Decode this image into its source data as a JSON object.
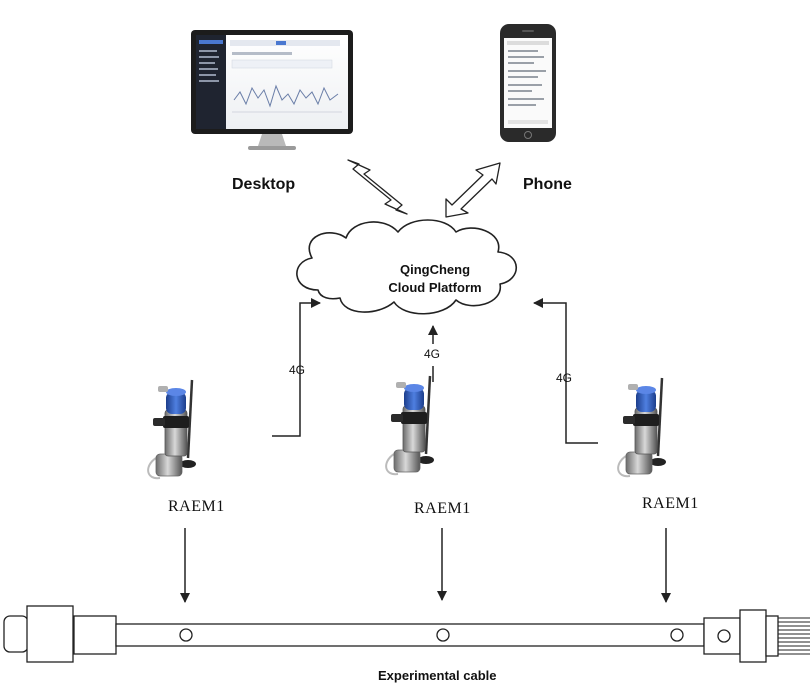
{
  "labels": {
    "desktop": "Desktop",
    "phone": "Phone",
    "cloud_line1": "QingCheng",
    "cloud_line2": "Cloud Platform",
    "link_left": "4G",
    "link_center": "4G",
    "link_right": "4G",
    "sensor_left": "RAEM1",
    "sensor_center": "RAEM1",
    "sensor_right": "RAEM1",
    "cable": "Experimental cable"
  },
  "colors": {
    "line": "#222222",
    "monitor_frame": "#1c1c1c",
    "sensor_blue": "#2a56b8"
  },
  "icons": {
    "desktop": "desktop-monitor-icon",
    "phone": "smartphone-icon",
    "cloud": "cloud-icon",
    "sensor": "raem1-sensor-device-icon"
  }
}
